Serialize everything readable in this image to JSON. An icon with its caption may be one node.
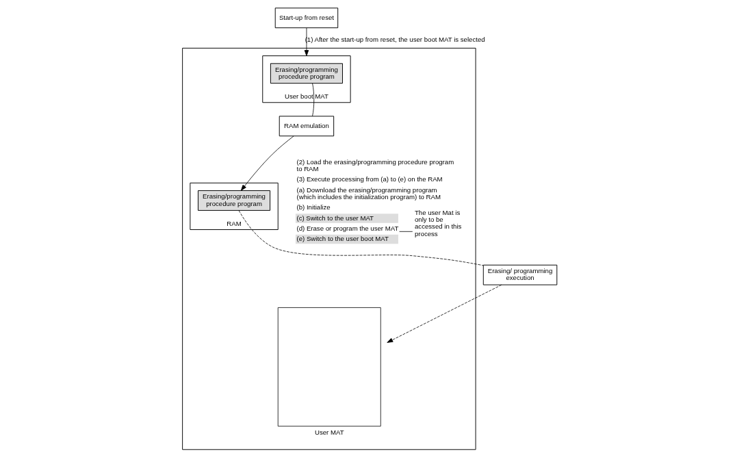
{
  "diagram": {
    "nodes": [
      {
        "text": [
          "Start-up from reset"
        ]
      },
      {
        "text": [],
        "shape": "box"
      },
      {
        "text": [],
        "shape": "box",
        "in": 1,
        "beside": [
          "User boot MAT"
        ]
      },
      {
        "text": [
          "Erasing/programming procedure program"
        ],
        "in": 2
      },
      {
        "text": [],
        "shape": "box",
        "in": 1,
        "beside": [
          "User MAT"
        ]
      },
      {
        "text": [],
        "shape": "box",
        "in": 1,
        "beside": [
          "RAM"
        ]
      },
      {
        "text": [
          "Erasing/programming procedure program"
        ],
        "in": 5
      },
      {
        "text": [
          "RAM emulation"
        ],
        "in": 1
      },
      {
        "text": [
          "Erasing/ programming execution"
        ]
      }
    ],
    "edges": [
      {
        "from": 0,
        "to": 2,
        "arrow": "to",
        "label": "(1) After the start-up from reset, the user boot MAT is selected"
      },
      {
        "from": 3,
        "to": 7,
        "arrow": "none"
      },
      {
        "from": 7,
        "to": 6,
        "arrow": "to"
      },
      {
        "from": 6,
        "to": 8,
        "arrow": "none",
        "style": "dashed"
      },
      {
        "from": 8,
        "to": 4,
        "arrow": "to",
        "style": "dashed"
      }
    ],
    "labels": [
      "(2) Load the erasing/programming procedure program to RAM",
      "(3) Execute processing from (a) to (e) on the RAM",
      "(a) Download the erasing/programming program (which includes the initialization program) to RAM",
      "(b) Initialize",
      "(c) Switch to the user MAT",
      "(d) Erase or program the user MAT",
      "(e) Switch to the user boot MAT",
      "The user Mat is only to be accessed in this process"
    ]
  }
}
